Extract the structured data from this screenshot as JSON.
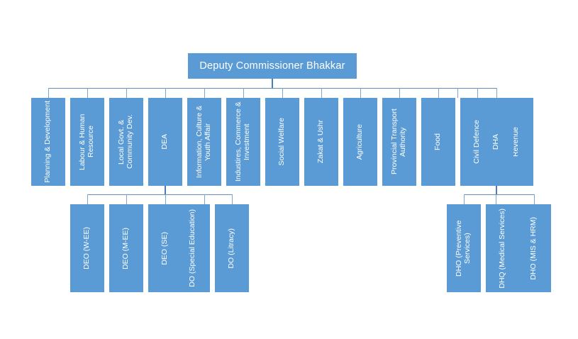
{
  "chart_data": {
    "type": "diagram",
    "title": "Deputy Commissioner Bhakkar",
    "diagram_type": "organizational-hierarchy",
    "accent_color": "#5B9BD5",
    "line_color": "#7BA7D0",
    "text_color": "#FFFFFF",
    "background": "#FFFFFF",
    "levels": 3,
    "root": "Deputy Commissioner Bhakkar",
    "nodes": [
      {
        "id": "root",
        "label": "Deputy Commissioner Bhakkar",
        "level": 0,
        "parent": null
      },
      {
        "id": "n1",
        "label": "Planning & Development",
        "level": 1,
        "parent": "root"
      },
      {
        "id": "n2",
        "label": "Labour & Human Resource",
        "level": 1,
        "parent": "root"
      },
      {
        "id": "n3",
        "label": "Local Govt. & Community Dev.",
        "level": 1,
        "parent": "root"
      },
      {
        "id": "n4",
        "label": "DEA",
        "level": 1,
        "parent": "root"
      },
      {
        "id": "n5",
        "label": "Information, Culture & Youth Affair",
        "level": 1,
        "parent": "root"
      },
      {
        "id": "n6",
        "label": "Industires, Commerce & Investment",
        "level": 1,
        "parent": "root"
      },
      {
        "id": "n7",
        "label": "Social Welfare",
        "level": 1,
        "parent": "root"
      },
      {
        "id": "n8",
        "label": "Zakat & Ushr",
        "level": 1,
        "parent": "root"
      },
      {
        "id": "n9",
        "label": "Agriculture",
        "level": 1,
        "parent": "root"
      },
      {
        "id": "n10",
        "label": "Provincial Transport Authority",
        "level": 1,
        "parent": "root"
      },
      {
        "id": "n11",
        "label": "Food",
        "level": 1,
        "parent": "root"
      },
      {
        "id": "n12",
        "label": "Civil Defence",
        "level": 1,
        "parent": "root"
      },
      {
        "id": "n13",
        "label": "Revenue",
        "level": 1,
        "parent": "root"
      },
      {
        "id": "n14",
        "label": "DHA",
        "level": 1,
        "parent": "root"
      },
      {
        "id": "c1",
        "label": "DEO (W-EE)",
        "level": 2,
        "parent": "n4"
      },
      {
        "id": "c2",
        "label": "DEO (M-EE)",
        "level": 2,
        "parent": "n4"
      },
      {
        "id": "c3",
        "label": "DEO (SE)",
        "level": 2,
        "parent": "n4"
      },
      {
        "id": "c4",
        "label": "DO (Special Education)",
        "level": 2,
        "parent": "n4"
      },
      {
        "id": "c5",
        "label": "DO (Litracy)",
        "level": 2,
        "parent": "n4"
      },
      {
        "id": "d1",
        "label": "DHO (Preventive Services)",
        "level": 2,
        "parent": "n14"
      },
      {
        "id": "d2",
        "label": "DHQ (Medical Services)",
        "level": 2,
        "parent": "n14"
      },
      {
        "id": "d3",
        "label": "DHO (MIS & HRM)",
        "level": 2,
        "parent": "n14"
      }
    ]
  },
  "root": {
    "label": "Deputy Commissioner Bhakkar"
  },
  "departments": [
    {
      "label": "Planning & Development"
    },
    {
      "label": "Labour & Human Resource"
    },
    {
      "label": "Local Govt. & Community Dev."
    },
    {
      "label": "DEA"
    },
    {
      "label": "Information, Culture & Youth Affair"
    },
    {
      "label": "Industires, Commerce & Investment"
    },
    {
      "label": "Social Welfare"
    },
    {
      "label": "Zakat & Ushr"
    },
    {
      "label": "Agriculture"
    },
    {
      "label": "Provincial Transport Authority"
    },
    {
      "label": "Food"
    },
    {
      "label": "Civil Defence"
    },
    {
      "label": "Revenue"
    },
    {
      "label": "DHA"
    }
  ],
  "education_units": [
    {
      "label": "DEO (W-EE)"
    },
    {
      "label": "DEO (M-EE)"
    },
    {
      "label": "DEO (SE)"
    },
    {
      "label": "DO (Special Education)"
    },
    {
      "label": "DO (Litracy)"
    }
  ],
  "health_units": [
    {
      "label": "DHO (Preventive Services)"
    },
    {
      "label": "DHQ (Medical Services)"
    },
    {
      "label": "DHO (MIS & HRM)"
    }
  ]
}
